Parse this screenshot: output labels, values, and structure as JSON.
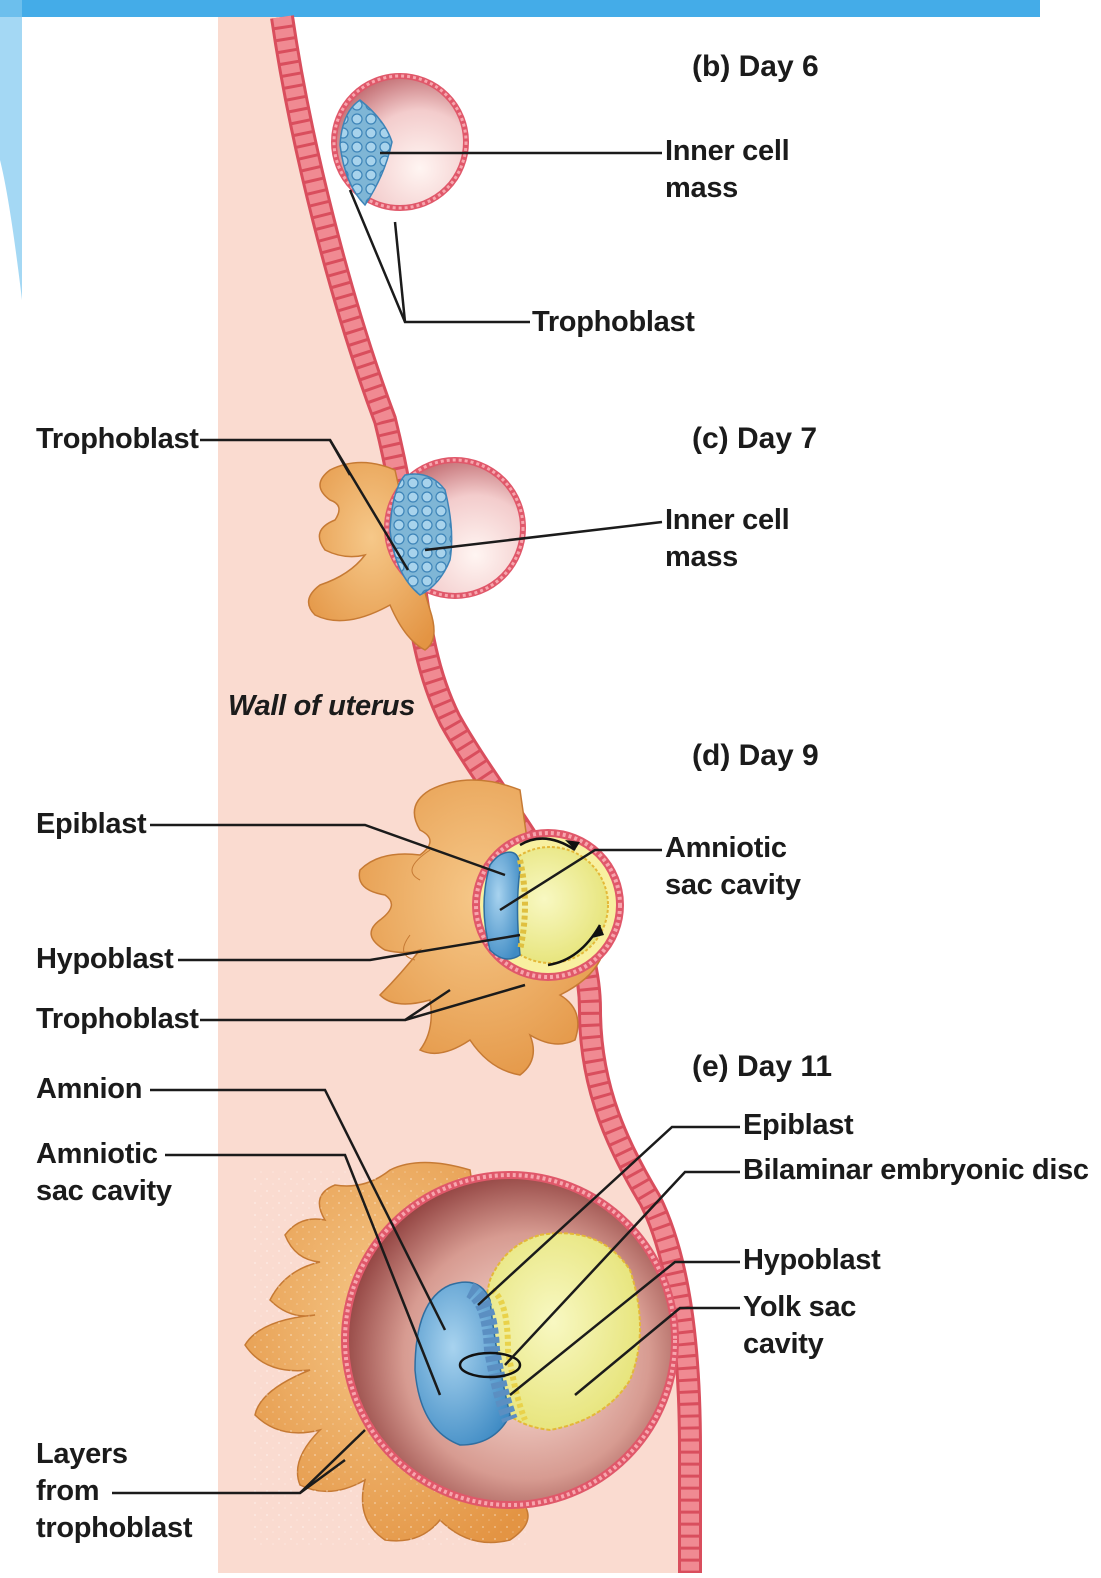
{
  "colors": {
    "header_bar": "#44ace8",
    "uterine_wall": "#fadbd0",
    "epithelium": "#e8646e",
    "trophoblast_tissue": "#e9a45a",
    "inner_cell_mass": "#7bb4d3",
    "blastocoel": "#f6dada",
    "amniotic_cavity": "#66a9d8",
    "yolk_sac": "#eeee9a",
    "text": "#1b1b1b"
  },
  "stages": {
    "b": "(b) Day 6",
    "c": "(c) Day 7",
    "d": "(d) Day 9",
    "e": "(e) Day 11"
  },
  "region_label": "Wall of uterus",
  "labels": {
    "b_inner_cell_mass": [
      "Inner cell",
      "mass"
    ],
    "b_trophoblast": "Trophoblast",
    "c_trophoblast": "Trophoblast",
    "c_inner_cell_mass": [
      "Inner cell",
      "mass"
    ],
    "d_epiblast": "Epiblast",
    "d_amniotic_sac_cavity": [
      "Amniotic",
      "sac cavity"
    ],
    "d_hypoblast": "Hypoblast",
    "d_trophoblast": "Trophoblast",
    "e_amnion": "Amnion",
    "e_amniotic_sac_cavity": [
      "Amniotic",
      "sac cavity"
    ],
    "e_epiblast": "Epiblast",
    "e_bilaminar_disc": "Bilaminar embryonic disc",
    "e_hypoblast": "Hypoblast",
    "e_yolk_sac_cavity": [
      "Yolk sac",
      "cavity"
    ],
    "e_layers_from_trophoblast": [
      "Layers",
      "from",
      "trophoblast"
    ]
  }
}
